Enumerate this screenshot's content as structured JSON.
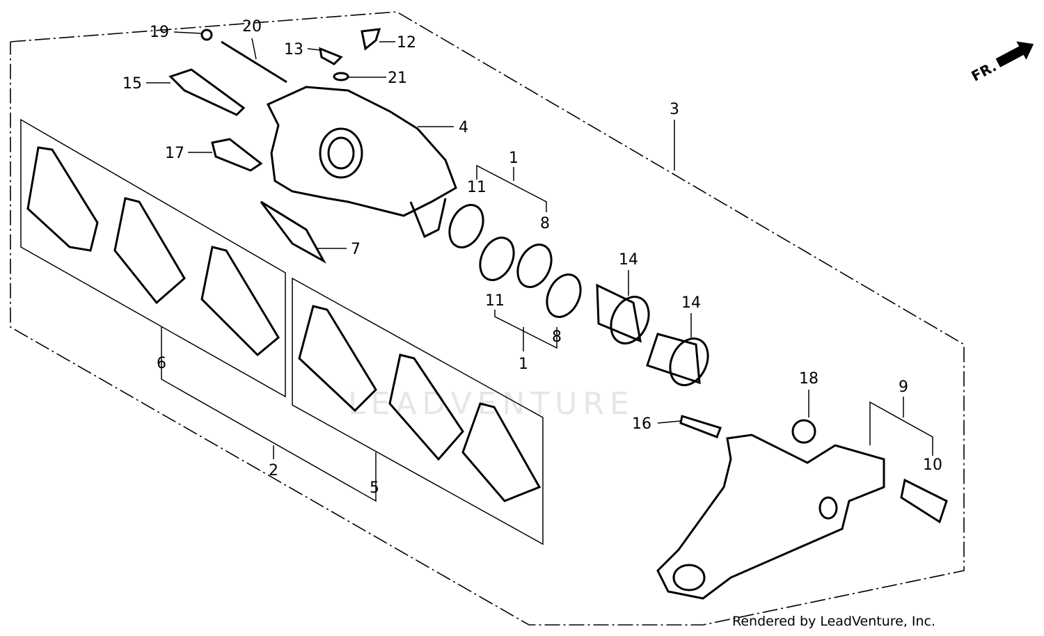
{
  "diagram": {
    "callouts": [
      "19",
      "20",
      "13",
      "12",
      "21",
      "15",
      "4",
      "3",
      "17",
      "1",
      "11",
      "8",
      "7",
      "14",
      "14",
      "11",
      "8",
      "1",
      "6",
      "18",
      "9",
      "16",
      "10",
      "2",
      "5"
    ],
    "direction_marker": "FR.",
    "watermark": "LEADVENTURE"
  },
  "footer": {
    "text": "Rendered by LeadVenture, Inc."
  }
}
